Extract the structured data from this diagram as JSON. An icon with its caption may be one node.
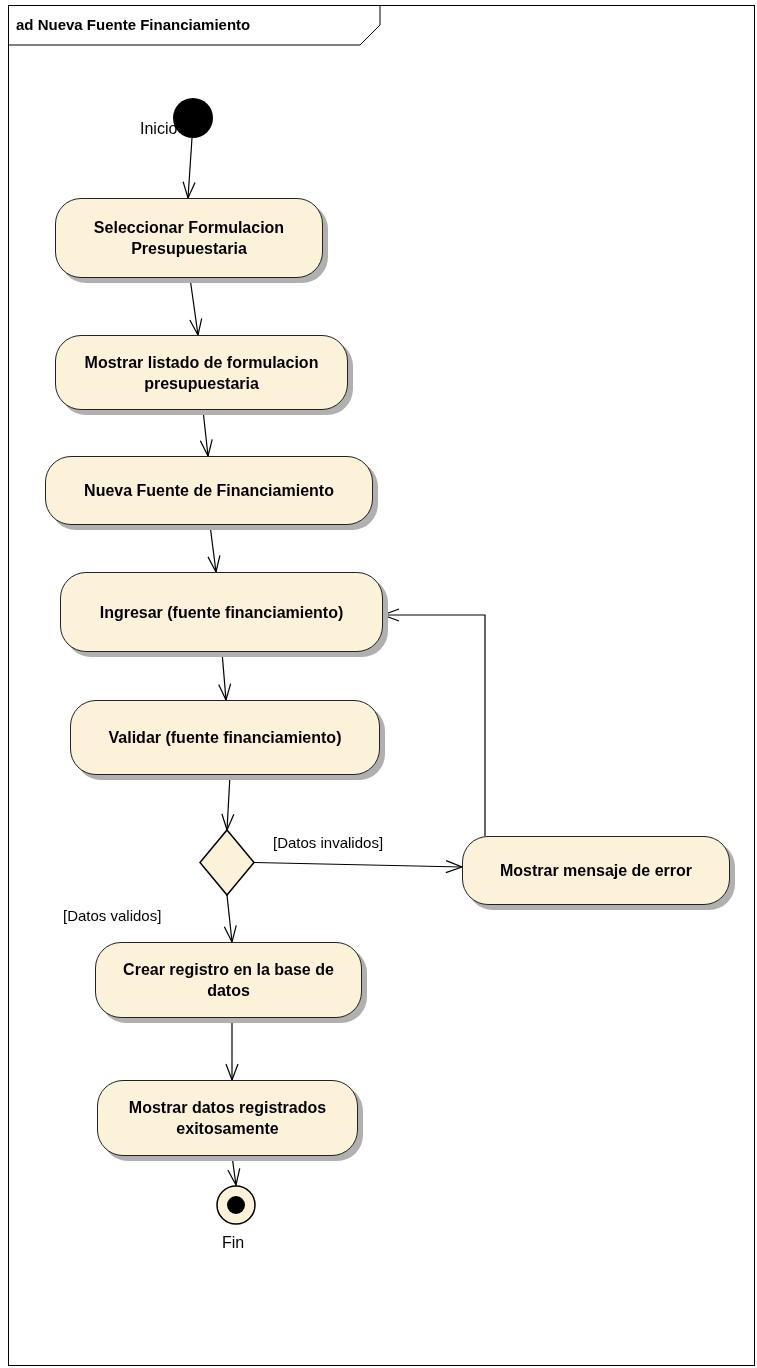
{
  "diagram": {
    "title": "ad Nueva Fuente Financiamiento",
    "nodes": [
      {
        "text": [],
        "shape": "circle",
        "beside": [
          "Inicio"
        ]
      },
      {
        "text": [
          "Seleccionar Formulacion Presupuestaria"
        ]
      },
      {
        "text": [
          "Mostrar listado de formulacion presupuestaria"
        ]
      },
      {
        "text": [
          "Nueva Fuente de Financiamiento"
        ]
      },
      {
        "text": [
          "Ingresar (fuente financiamiento)"
        ]
      },
      {
        "text": [
          "Validar (fuente financiamiento)"
        ]
      },
      {
        "text": [],
        "shape": "diamond"
      },
      {
        "text": [
          "Mostrar mensaje de error"
        ]
      },
      {
        "text": [
          "Crear registro en la base de datos"
        ]
      },
      {
        "text": [
          "Mostrar datos registrados exitosamente"
        ]
      },
      {
        "text": [],
        "shape": "bullseye",
        "beside": [
          "Fin"
        ]
      }
    ],
    "edges": [
      {
        "from": 0,
        "to": 1,
        "arrow": "to"
      },
      {
        "from": 1,
        "to": 2,
        "arrow": "to"
      },
      {
        "from": 2,
        "to": 3,
        "arrow": "to"
      },
      {
        "from": 3,
        "to": 4,
        "arrow": "to"
      },
      {
        "from": 4,
        "to": 5,
        "arrow": "to"
      },
      {
        "from": 5,
        "to": 6,
        "arrow": "to"
      },
      {
        "from": 6,
        "to": 7,
        "arrow": "to",
        "label": "[Datos invalidos]"
      },
      {
        "from": 7,
        "to": 4,
        "arrow": "to"
      },
      {
        "from": 6,
        "to": 8,
        "arrow": "to",
        "label": "[Datos validos]"
      },
      {
        "from": 8,
        "to": 9,
        "arrow": "to"
      },
      {
        "from": 9,
        "to": 10,
        "arrow": "to"
      }
    ]
  }
}
